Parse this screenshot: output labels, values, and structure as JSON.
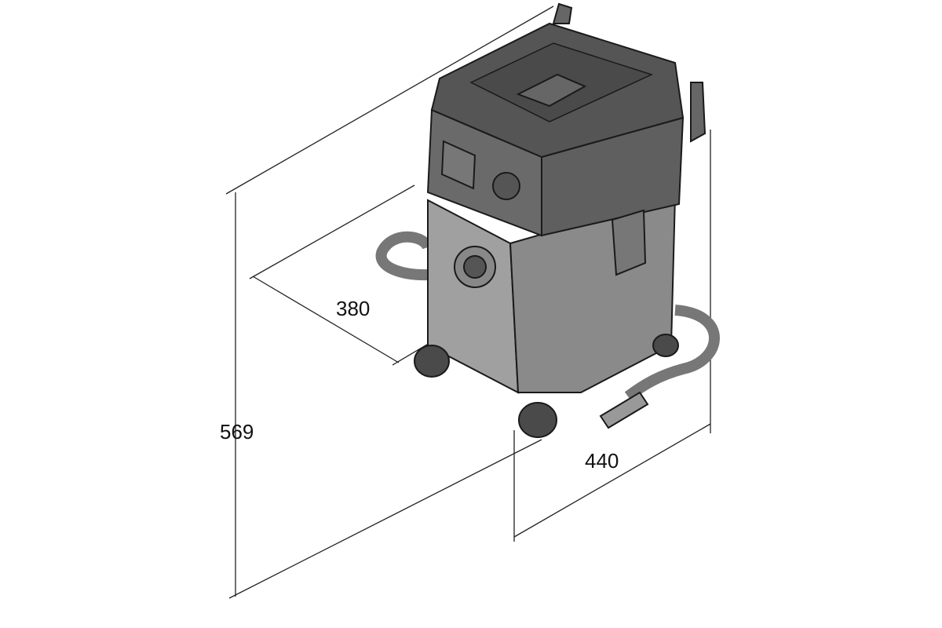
{
  "dimensions": {
    "depth": "380",
    "height": "569",
    "width": "440"
  },
  "colors": {
    "line": "#222222",
    "body_dark": "#6e6e6e",
    "body_light": "#9a9a9a",
    "top": "#5a5a5a"
  }
}
